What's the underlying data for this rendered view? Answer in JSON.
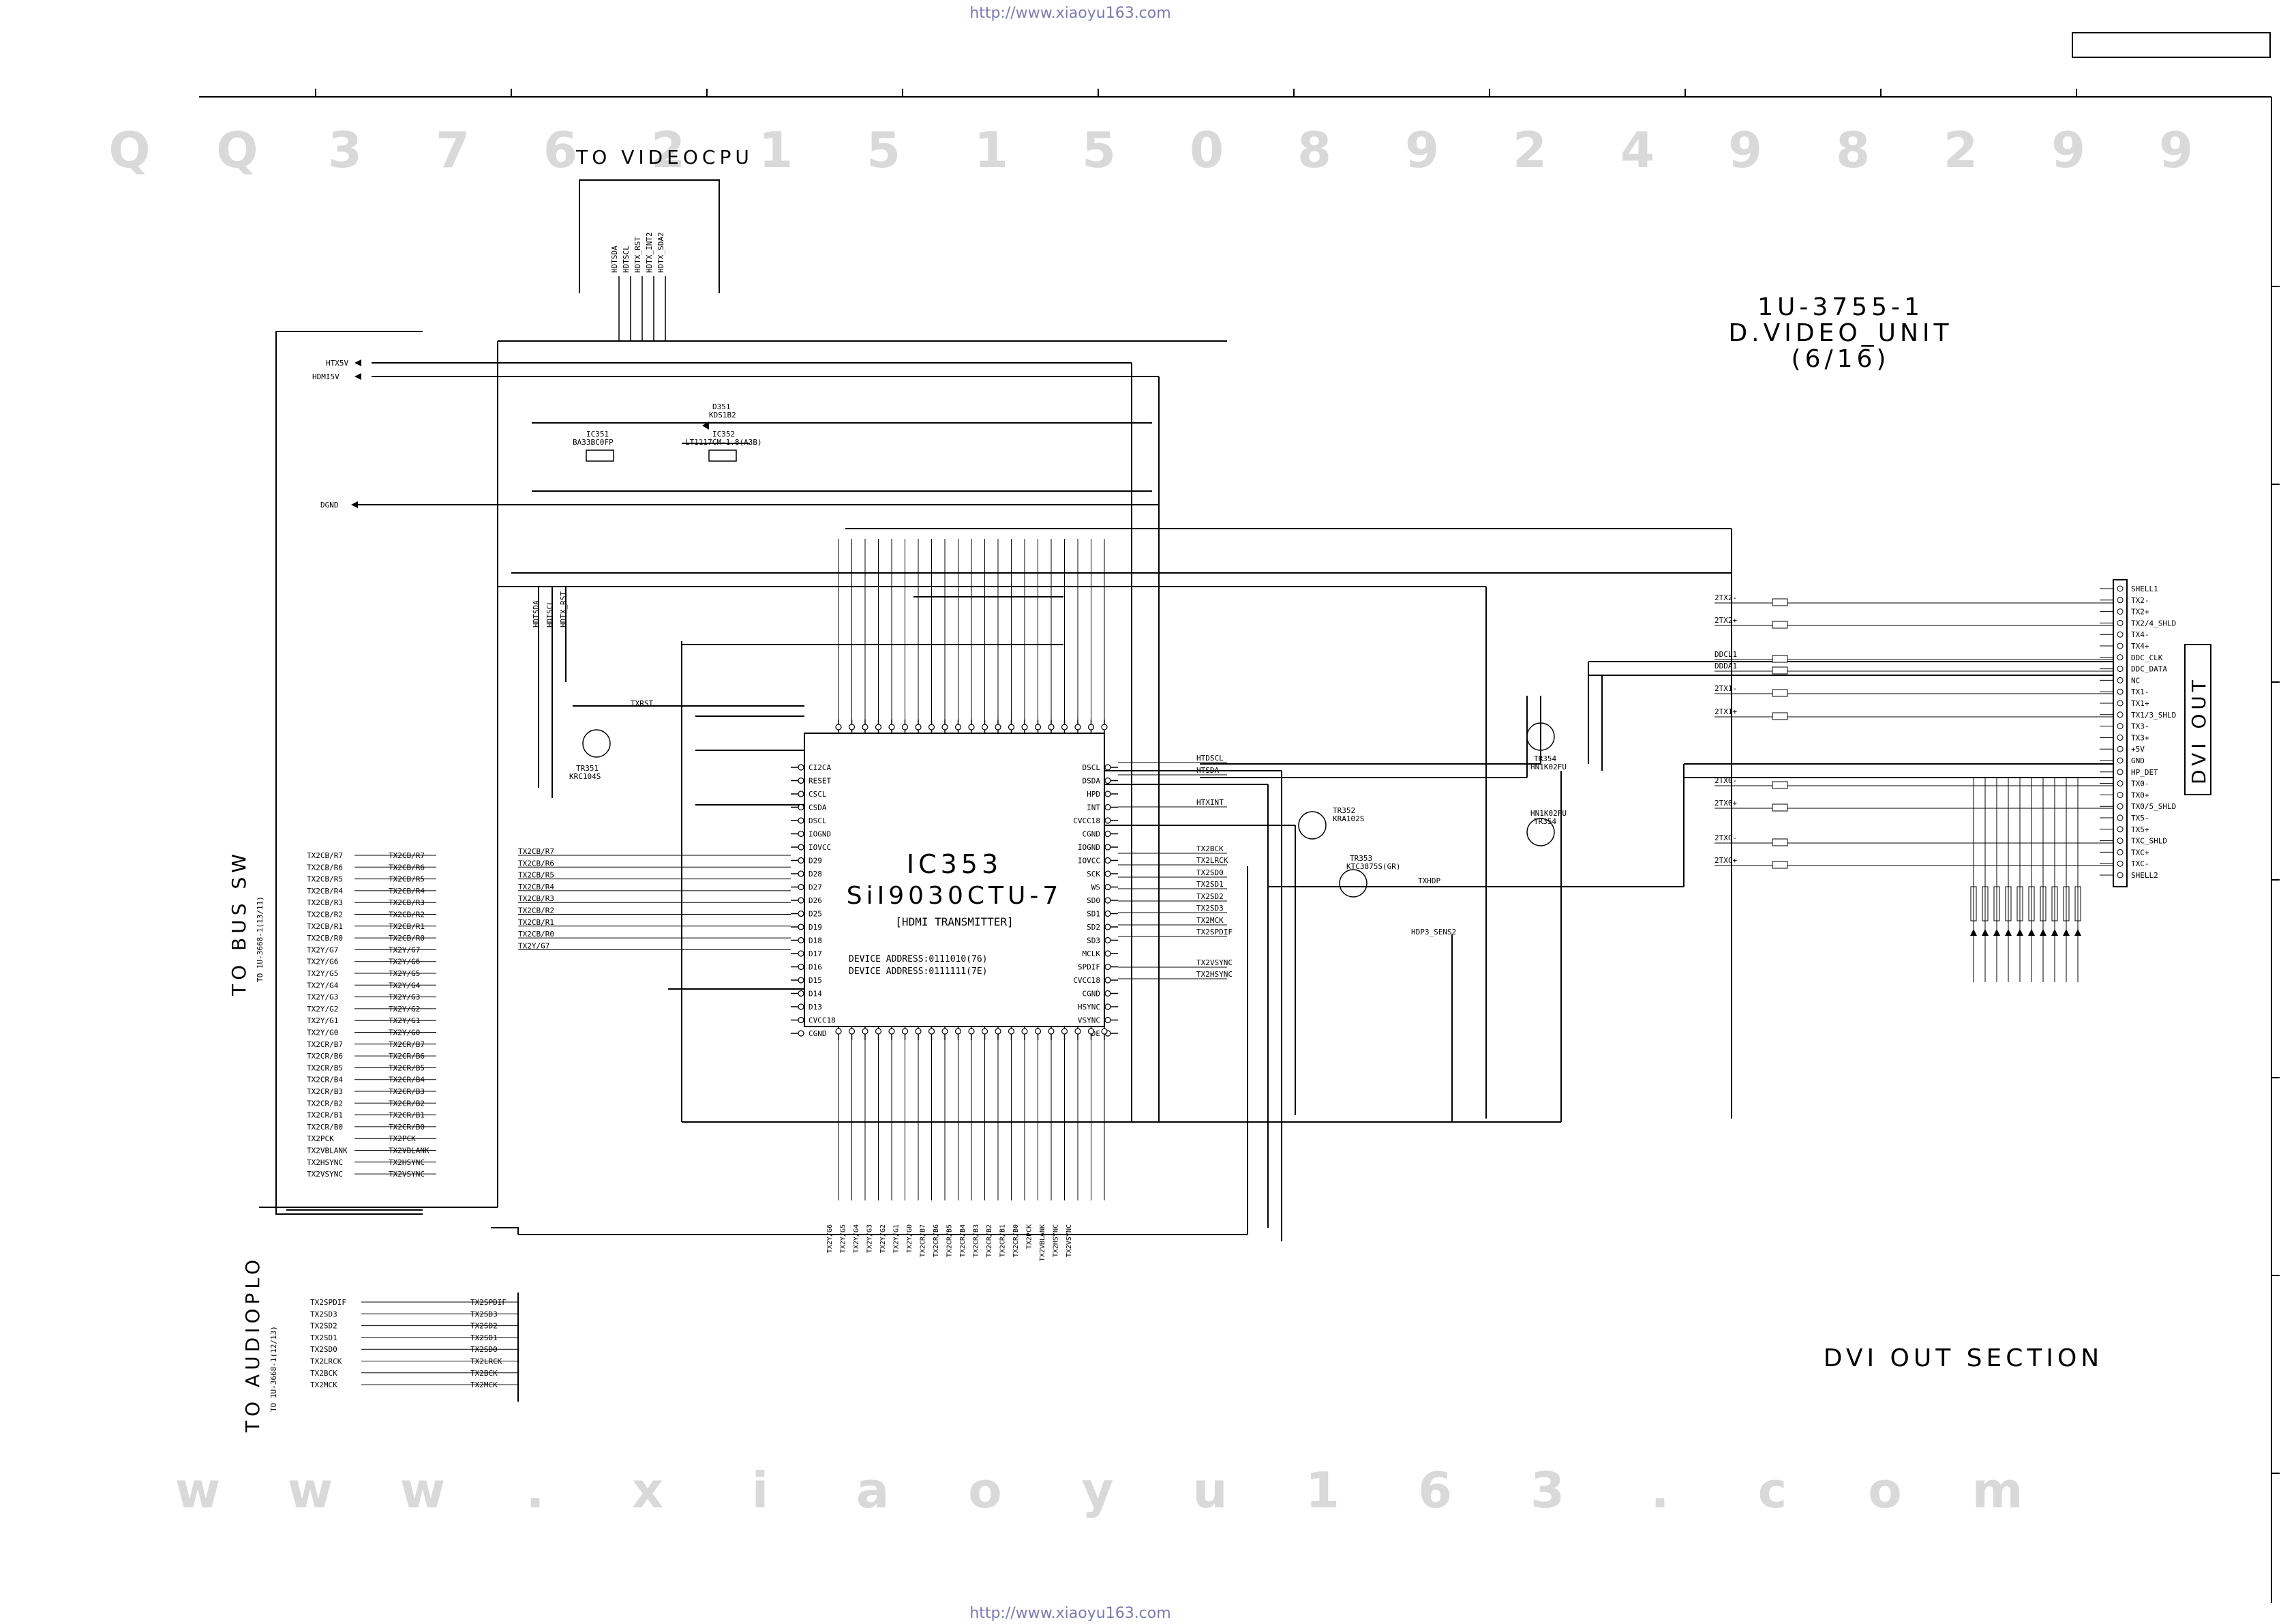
{
  "header_url": "http://www.xiaoyu163.com",
  "footer_url": "http://www.xiaoyu163.com",
  "watermark_top_row": [
    "Q",
    "Q",
    "3",
    "7",
    "6",
    "2",
    "1",
    "5",
    "1",
    "5",
    "0",
    "8",
    "9",
    "2",
    "4",
    "9",
    "8",
    "2",
    "9",
    "9"
  ],
  "watermark_bottom_row": [
    "w",
    "w",
    "w",
    ".",
    "x",
    "i",
    "a",
    "o",
    "y",
    "u",
    "1",
    "6",
    "3",
    ".",
    "c",
    "o",
    "m"
  ],
  "board": {
    "line1": "1U-3755-1",
    "line2": "D.VIDEO_UNIT",
    "line3": "(6/16)"
  },
  "section_title": "DVI OUT SECTION",
  "connectors": {
    "to_videocpu": "TO VIDEOCPU",
    "to_bus_sw": "TO BUS SW",
    "to_bus_sw_ref": "TO 1U-3668-1(13/11)",
    "to_audioplo": "TO AUDIOPLO",
    "to_audioplo_ref": "TO 1U-3668-1(12/13)",
    "dvi_out": "DVI OUT"
  },
  "ic": {
    "ref": "IC353",
    "part": "SiI9030CTU-7",
    "desc": "[HDMI TRANSMITTER]",
    "addr1": "DEVICE ADDRESS:0111010(76)",
    "addr2": "DEVICE ADDRESS:0111111(7E)",
    "left_pins": [
      "CI2CA",
      "RESET",
      "CSCL",
      "CSDA",
      "DSCL",
      "IOGND",
      "IOVCC",
      "D29",
      "D28",
      "D27",
      "D26",
      "D25",
      "D19",
      "D18",
      "D17",
      "D16",
      "D15",
      "D14",
      "D13",
      "CVCC18",
      "CGND"
    ],
    "right_pins": [
      "DSCL",
      "DSDA",
      "HPD",
      "INT",
      "CVCC18",
      "CGND",
      "IOGND",
      "IOVCC",
      "SCK",
      "WS",
      "SD0",
      "SD1",
      "SD2",
      "SD3",
      "MCLK",
      "SPDIF",
      "CVCC18",
      "CGND",
      "HSYNC",
      "VSYNC",
      "DE"
    ]
  },
  "power_nets": [
    "HTX5V",
    "HDMI5V",
    "DGND"
  ],
  "videocpu_signals": [
    "HDTSDA",
    "HDTSCL",
    "HDTX_RST",
    "HDTX_INT2",
    "HDTX_SDA2"
  ],
  "bus_left_labels": [
    "TX2CB/R7",
    "TX2CB/R6",
    "TX2CB/R5",
    "TX2CB/R4",
    "TX2CB/R3",
    "TX2CB/R2",
    "TX2CB/R1",
    "TX2CB/R0",
    "TX2Y/G7",
    "TX2Y/G6",
    "TX2Y/G5",
    "TX2Y/G4",
    "TX2Y/G3",
    "TX2Y/G2",
    "TX2Y/G1",
    "TX2Y/G0",
    "TX2CR/B7",
    "TX2CR/B6",
    "TX2CR/B5",
    "TX2CR/B4",
    "TX2CR/B3",
    "TX2CR/B2",
    "TX2CR/B1",
    "TX2CR/B0",
    "TX2PCK",
    "TX2VBLANK",
    "TX2HSYNC",
    "TX2VSYNC"
  ],
  "bus_inner_labels": [
    "TX2CB/R7",
    "TX2CB/R6",
    "TX2CB/R5",
    "TX2CB/R4",
    "TX2CB/R3",
    "TX2CB/R2",
    "TX2CB/R1",
    "TX2CB/R0",
    "TX2Y/G7",
    "TX2Y/G6",
    "TX2Y/G5",
    "TX2Y/G4",
    "TX2Y/G3",
    "TX2Y/G2",
    "TX2Y/G1",
    "TX2Y/G0",
    "TX2CR/B7",
    "TX2CR/B6",
    "TX2CR/B5",
    "TX2CR/B4",
    "TX2CR/B3",
    "TX2CR/B2",
    "TX2CR/B1",
    "TX2CR/B0",
    "TX2PCK",
    "TX2VBLANK",
    "TX2HSYNC",
    "TX2VSYNC"
  ],
  "audio_labels": [
    "TX2SPDIF",
    "TX2SD3",
    "TX2SD2",
    "TX2SD1",
    "TX2SD0",
    "TX2LRCK",
    "TX2BCK",
    "TX2MCK"
  ],
  "ic_right_nets": [
    "HTDSCL",
    "HTSDA",
    "HTXINT",
    "TX2BCK",
    "TX2LRCK",
    "TX2SD0",
    "TX2SD1",
    "TX2SD2",
    "TX2SD3",
    "TX2MCK",
    "TX2SPDIF",
    "TX2VSYNC",
    "TX2HSYNC"
  ],
  "dvi_pins": [
    "SHELL1",
    "TX2-",
    "TX2+",
    "TX2/4_SHLD",
    "TX4-",
    "TX4+",
    "DDC_CLK",
    "DDC_DATA",
    "NC",
    "TX1-",
    "TX1+",
    "TX1/3_SHLD",
    "TX3-",
    "TX3+",
    "+5V",
    "GND",
    "HP_DET",
    "TX0-",
    "TX0+",
    "TX0/5_SHLD",
    "TX5-",
    "TX5+",
    "TXC_SHLD",
    "TXC+",
    "TXC-",
    "SHELL2"
  ],
  "tmds_nets": [
    "2TX2-",
    "2TX2+",
    "DDCL1",
    "DDDA1",
    "2TX1-",
    "2TX1+",
    "2TX0-",
    "2TX0+",
    "2TXC-",
    "2TXC+"
  ],
  "components": {
    "ic351": "IC351",
    "ic351_part": "BA33BC0FP",
    "ic352": "IC352",
    "ic352_part": "LT1117CM-1.8(A3B)",
    "d351": "D351",
    "d351_part": "KDS1B2",
    "tr351": "TR351",
    "tr351_part": "KRC104S",
    "tr352": "TR352",
    "tr352_part": "KRA102S",
    "tr353": "TR353",
    "tr353_part": "KTC3875S(GR)",
    "tr354": "TR354",
    "tr354_part": "HN1K02FU",
    "trc01": "TR354",
    "trc01_part": "HN1K02FU",
    "txrst": "TXRST",
    "txhdp": "TXHDP",
    "hdp_sense": "HDP3_SENS2"
  }
}
